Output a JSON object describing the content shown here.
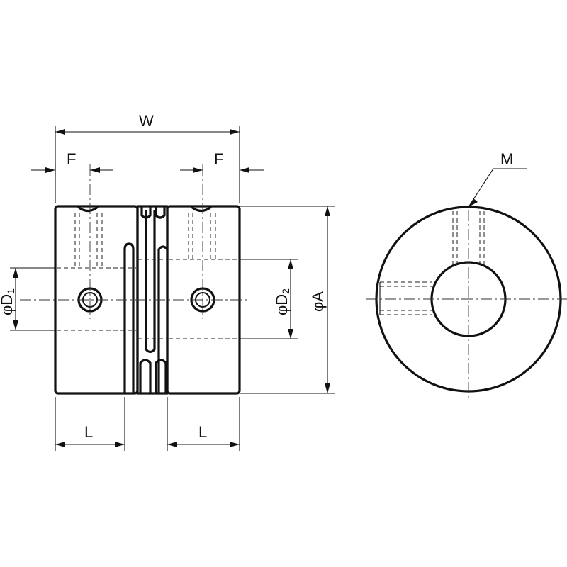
{
  "labels": {
    "W": "W",
    "F_left": "F",
    "F_right": "F",
    "M": "M",
    "L_left": "L",
    "L_right": "L",
    "phi": "φ",
    "D1_main": "D",
    "D1_sub": "1",
    "D2_main": "D",
    "D2_sub": "2",
    "A": "A"
  }
}
